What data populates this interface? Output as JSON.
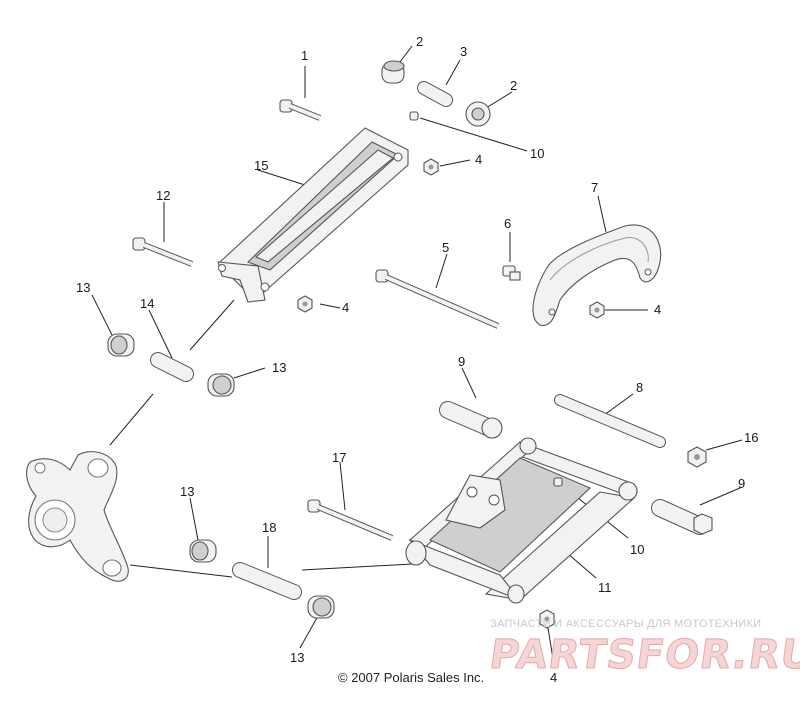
{
  "callouts": {
    "c1": "1",
    "c2a": "2",
    "c2b": "2",
    "c3": "3",
    "c10a": "10",
    "c4a": "4",
    "c15": "15",
    "c7": "7",
    "c12": "12",
    "c6": "6",
    "c5": "5",
    "c4b": "4",
    "c4c": "4",
    "c13a": "13",
    "c14": "14",
    "c13b": "13",
    "c9a": "9",
    "c8": "8",
    "c16": "16",
    "c17": "17",
    "c9b": "9",
    "c13c": "13",
    "c18": "18",
    "c10b": "10",
    "c11": "11",
    "c13d": "13",
    "c4d": "4"
  },
  "copyright": "© 2007 Polaris Sales Inc.",
  "watermark": {
    "tagline": "ЗАПЧАСТИ И АКСЕССУАРЫ ДЛЯ МОТОТЕХНИКИ",
    "logo": "PARTSFOR.RU"
  }
}
